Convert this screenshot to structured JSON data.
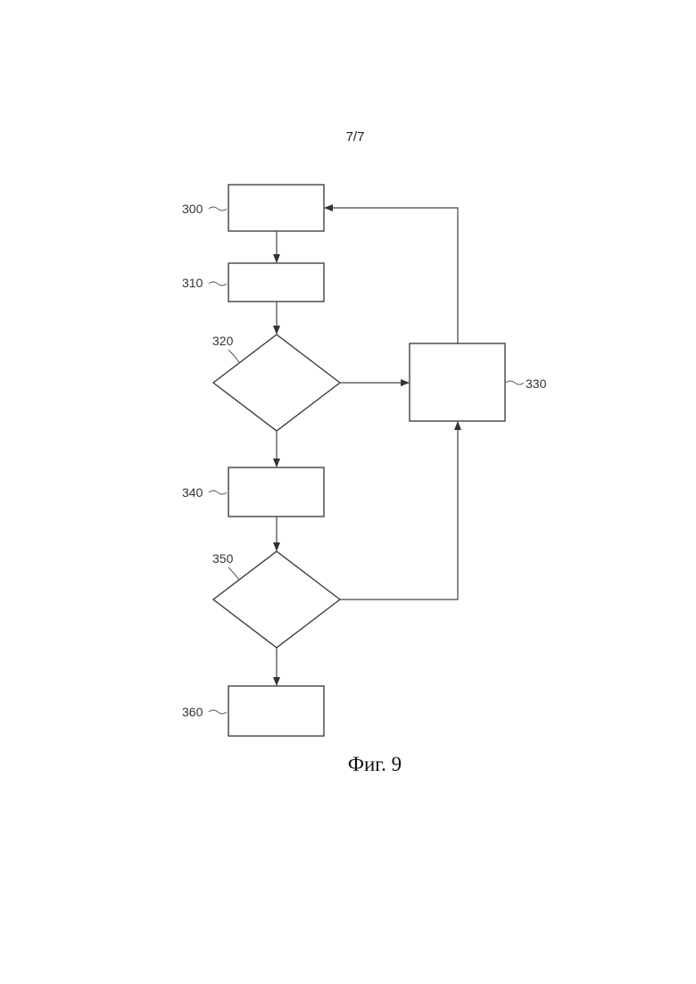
{
  "sheet": {
    "number": "7/7"
  },
  "figure": {
    "caption": "Фиг. 9"
  },
  "nodes": {
    "n300": {
      "ref": "300",
      "shape": "rectangle"
    },
    "n310": {
      "ref": "310",
      "shape": "rectangle"
    },
    "n320": {
      "ref": "320",
      "shape": "diamond"
    },
    "n330": {
      "ref": "330",
      "shape": "rectangle"
    },
    "n340": {
      "ref": "340",
      "shape": "rectangle"
    },
    "n350": {
      "ref": "350",
      "shape": "diamond"
    },
    "n360": {
      "ref": "360",
      "shape": "rectangle"
    }
  },
  "edges": [
    {
      "from": "300",
      "to": "310"
    },
    {
      "from": "310",
      "to": "320"
    },
    {
      "from": "320",
      "to": "330"
    },
    {
      "from": "320",
      "to": "340"
    },
    {
      "from": "330",
      "to": "300"
    },
    {
      "from": "340",
      "to": "350"
    },
    {
      "from": "350",
      "to": "330"
    },
    {
      "from": "350",
      "to": "360"
    }
  ],
  "colors": {
    "stroke": "#333333",
    "background": "#ffffff"
  }
}
